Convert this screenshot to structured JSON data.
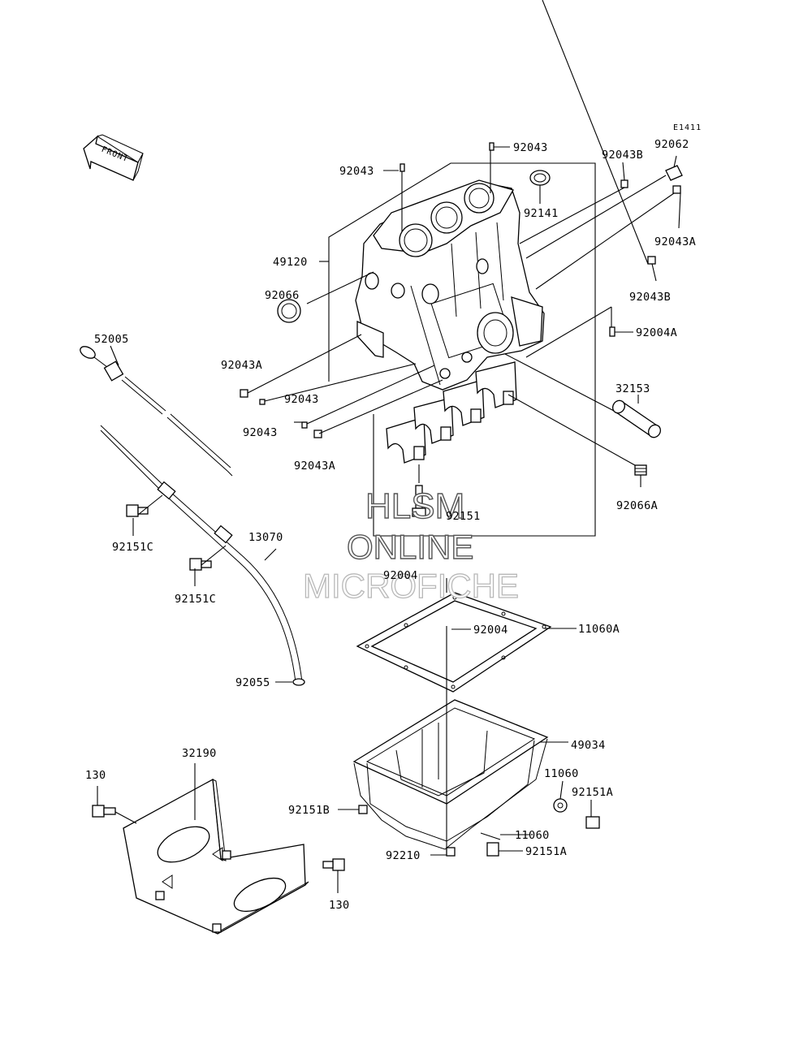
{
  "diagram_code": "E1411",
  "front_label": "FRONT",
  "watermark": {
    "line1": "HLSM",
    "line2": "ONLINE",
    "line3": "MICROFICHE"
  },
  "callouts": {
    "p92043_top": "92043",
    "p92043_left": "92043",
    "p92043b_top": "92043B",
    "p92062": "92062",
    "p92141": "92141",
    "p49120": "49120",
    "p92043a_right": "92043A",
    "p92066": "92066",
    "p92043b_right": "92043B",
    "p92004a": "92004A",
    "p52005": "52005",
    "p92043a_left": "92043A",
    "p32153": "32153",
    "p92043_mid1": "92043",
    "p92043_mid2": "92043",
    "p92043a_mid": "92043A",
    "p92066a": "92066A",
    "p92151": "92151",
    "p92151c_1": "92151C",
    "p13070": "13070",
    "p92151c_2": "92151C",
    "p92004_top": "92004",
    "p92004_mid": "92004",
    "p11060a": "11060A",
    "p92055": "92055",
    "p49034": "49034",
    "p32190": "32190",
    "p130_left": "130",
    "p11060_right": "11060",
    "p92151a_right": "92151A",
    "p92151b": "92151B",
    "p11060_bottom": "11060",
    "p92210": "92210",
    "p92151a_bottom": "92151A",
    "p130_bottom": "130"
  }
}
